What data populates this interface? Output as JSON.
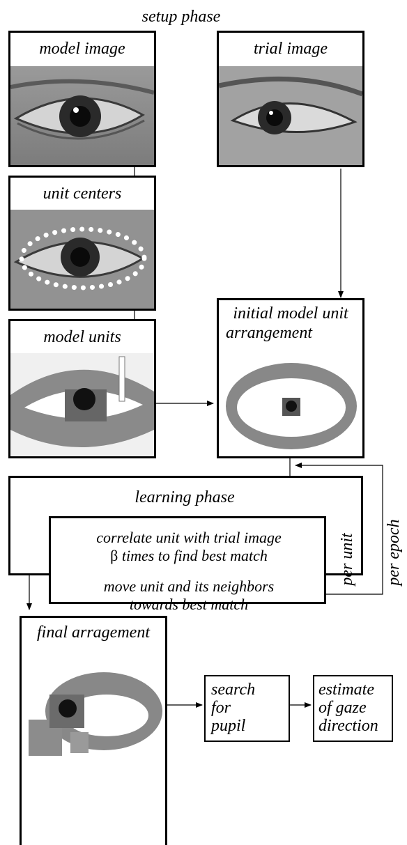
{
  "title": "setup phase",
  "boxes": {
    "model_image": "model image",
    "trial_image": "trial image",
    "unit_centers": "unit centers",
    "model_units": "model units",
    "initial_line1": "initial model unit",
    "initial_line2": "arrangement",
    "final_arrangement": "final arragement"
  },
  "learning": {
    "title": "learning phase",
    "line1": "correlate unit with trial image",
    "line2_symbol": "β",
    "line2_rest": " times to find best match",
    "line3": "move unit and its neighbors",
    "line4": "towards best match",
    "per_unit": "per unit",
    "per_epoch": "per epoch"
  },
  "outputs": {
    "search_1": "search",
    "search_2": "for",
    "search_3": "pupil",
    "estimate_1": "estimate",
    "estimate_2": "of gaze",
    "estimate_3": "direction"
  }
}
